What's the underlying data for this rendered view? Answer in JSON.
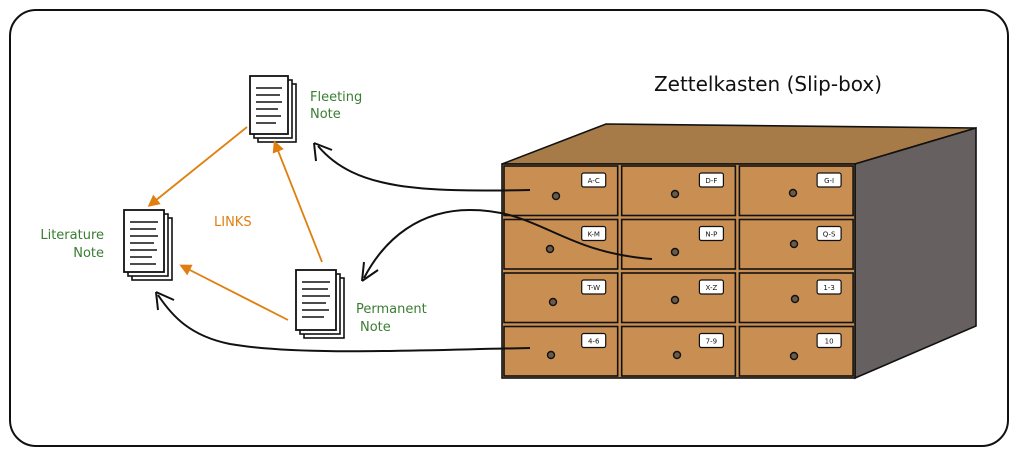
{
  "title": "Zettelkasten (Slip-box)",
  "colors": {
    "note_label": "#3a7d32",
    "link_arrow": "#e07f10",
    "flow_arrow": "#111111",
    "cabinet_front": "#c98f52",
    "cabinet_top": "#a67b48",
    "cabinet_side": "#676060",
    "frame": "#111111"
  },
  "notes": {
    "fleeting": {
      "line1": "Fleeting",
      "line2": "Note",
      "icon": "document-stack-icon"
    },
    "literature": {
      "line1": "Literature",
      "line2": "Note",
      "icon": "document-stack-icon"
    },
    "permanent": {
      "line1": "Permanent",
      "line2": "Note",
      "icon": "document-stack-icon"
    }
  },
  "links_label": "LINKS",
  "drawer_labels": [
    [
      "A-C",
      "D-F",
      "G-I"
    ],
    [
      "K-M",
      "N-P",
      "Q-S"
    ],
    [
      "T-W",
      "X-Z",
      "1-3"
    ],
    [
      "4-6",
      "7-9",
      "10"
    ]
  ]
}
